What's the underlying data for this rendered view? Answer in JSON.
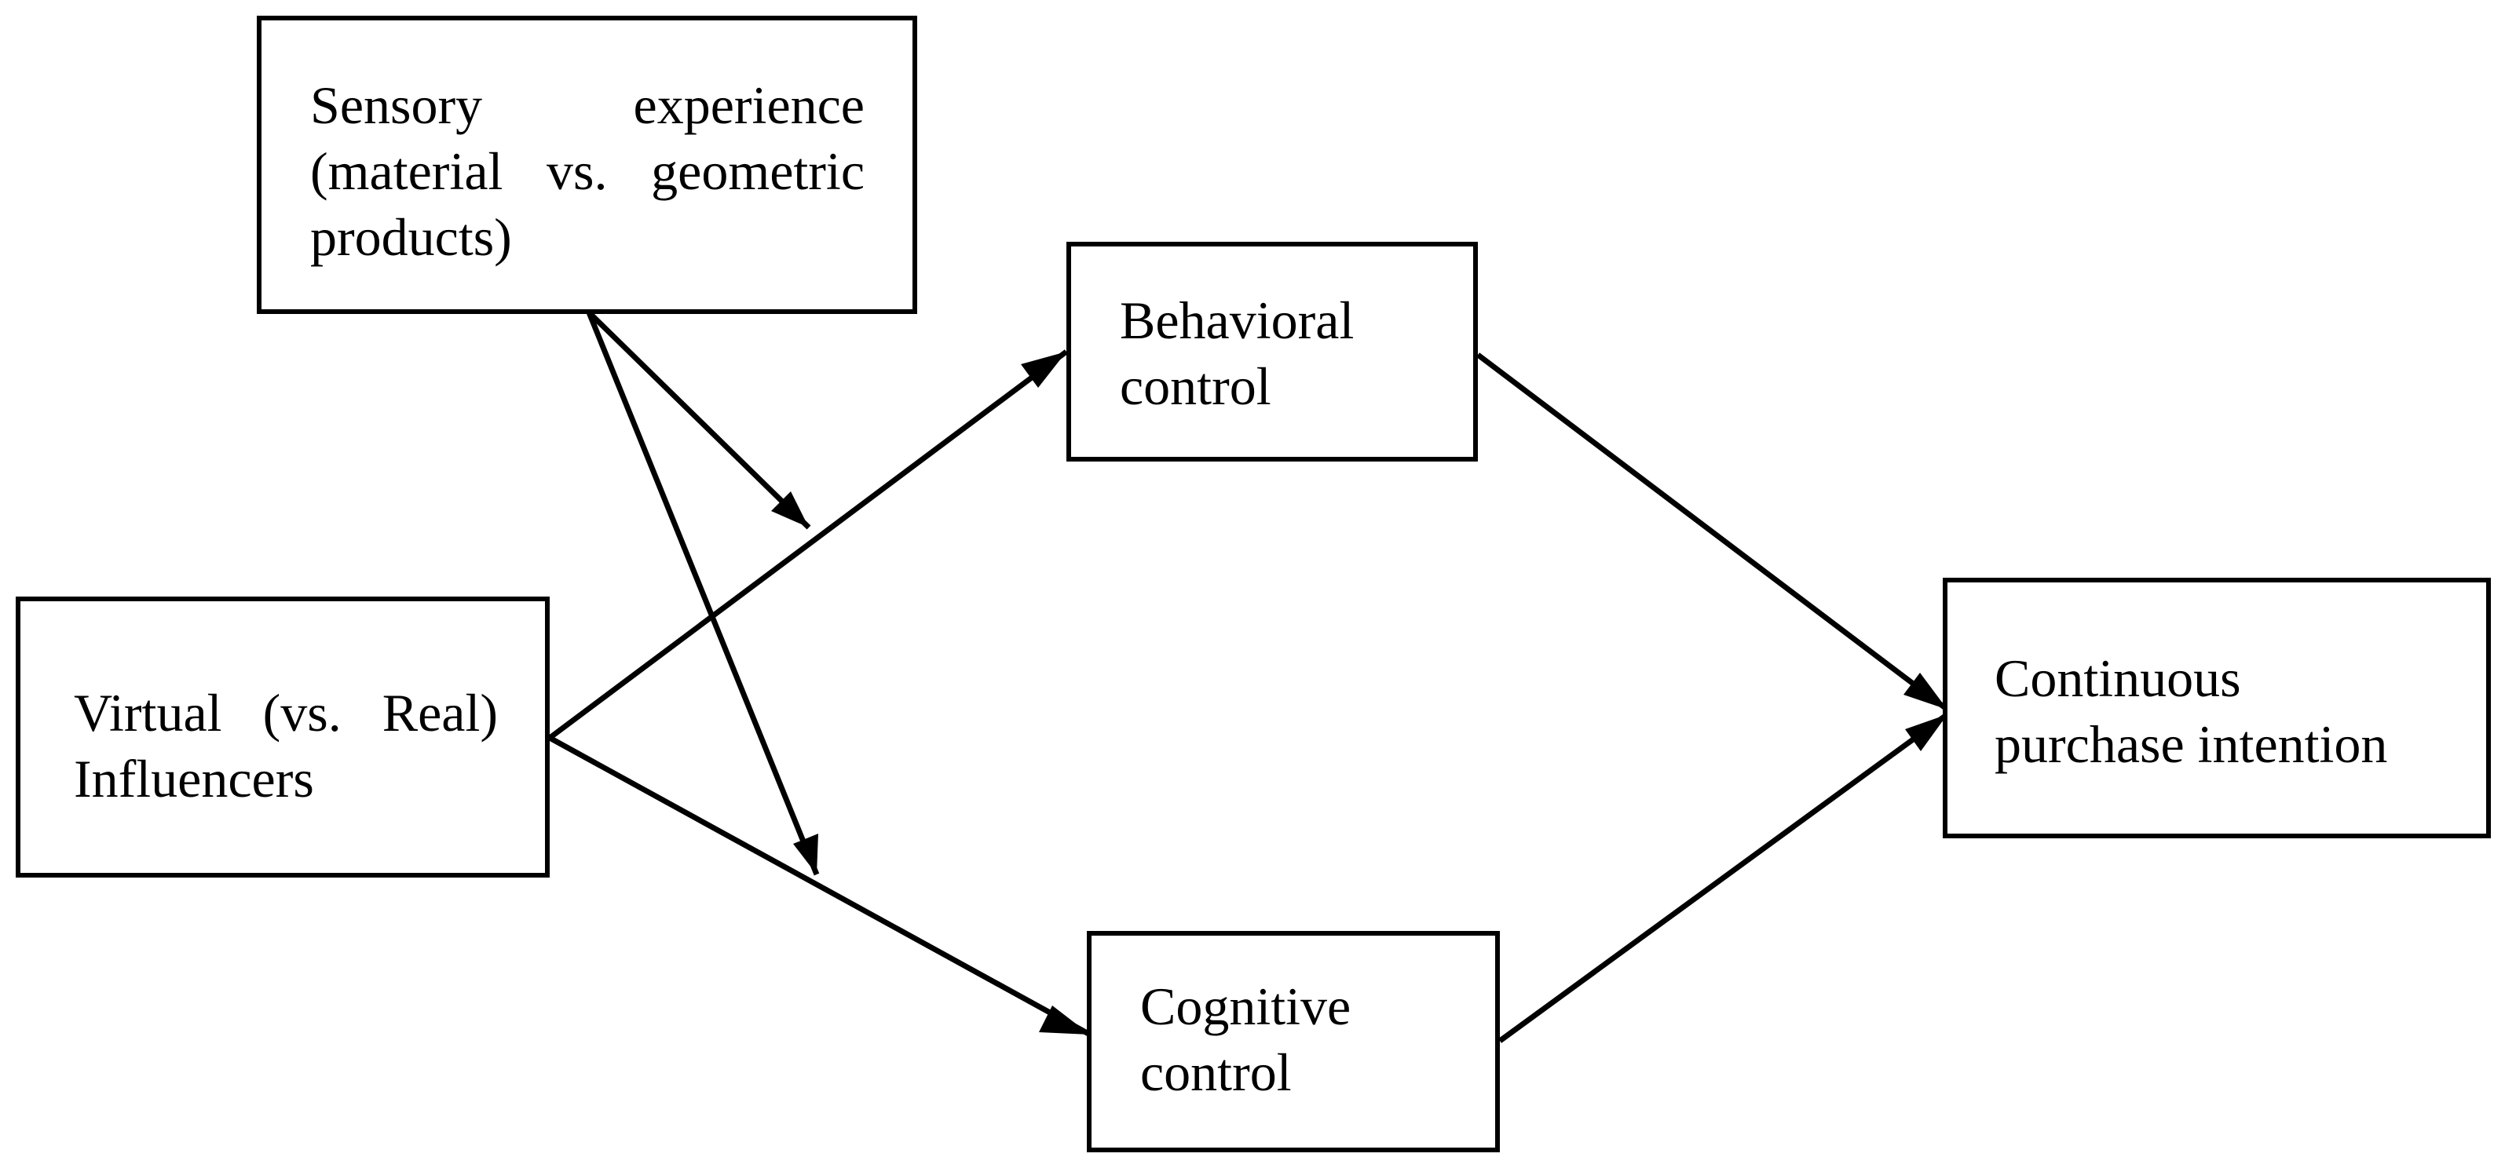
{
  "diagram": {
    "boxes": {
      "sensory": {
        "lines": [
          "Sensory experience",
          "(material vs. geometric",
          "products)"
        ]
      },
      "virtual": {
        "lines": [
          "Virtual (vs. Real)",
          "Influencers"
        ]
      },
      "behavioral": {
        "lines": [
          "Behavioral",
          "control"
        ]
      },
      "cognitive": {
        "lines": [
          "Cognitive",
          "control"
        ]
      },
      "continuous": {
        "lines": [
          "Continuous",
          "purchase intention"
        ]
      }
    },
    "colors": {
      "stroke": "#000000",
      "background": "#ffffff"
    }
  }
}
